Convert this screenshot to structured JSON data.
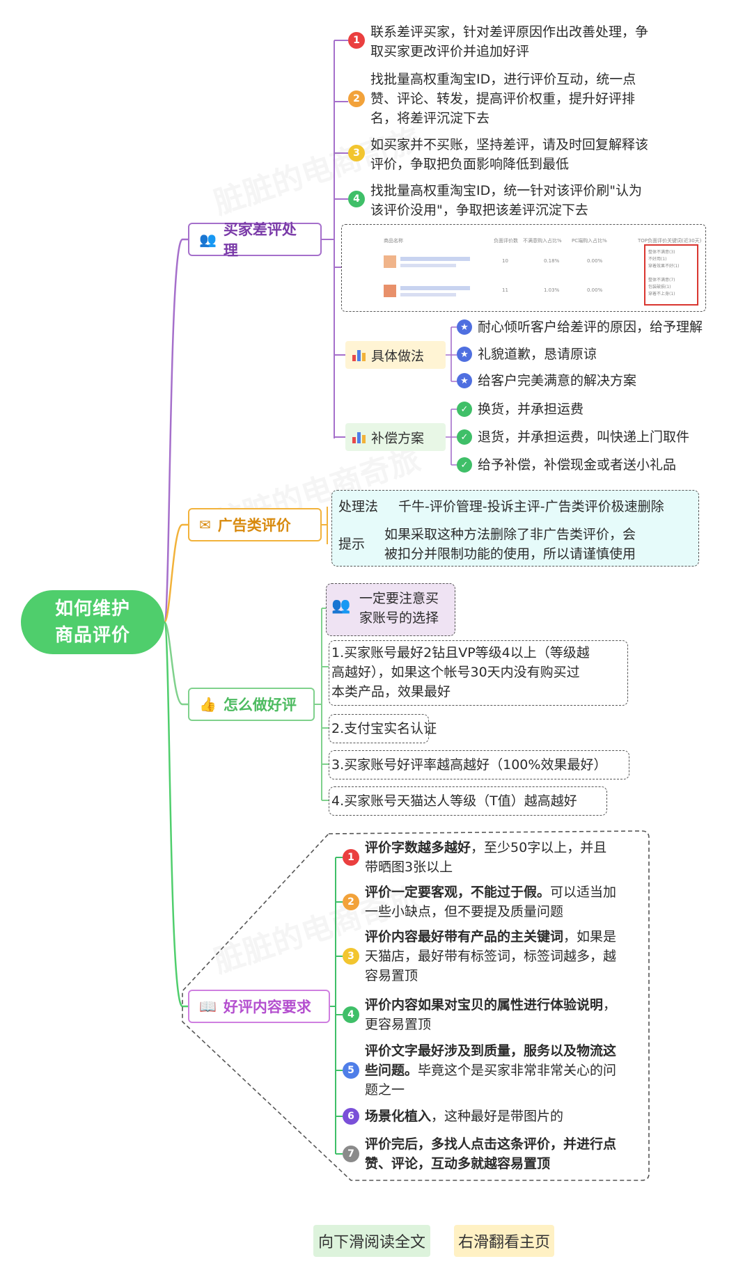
{
  "root": {
    "line1": "如何维护",
    "line2": "商品评价"
  },
  "branches": {
    "bad_review": {
      "title": "买家差评处理",
      "items": [
        {
          "num": "1",
          "lines": [
            "联系差评买家，针对差评原因作出改善处理，争",
            "取买家更改评价并追加好评"
          ]
        },
        {
          "num": "2",
          "lines": [
            "找批量高权重淘宝ID，进行评价互动，统一点",
            "赞、评论、转发，提高评价权重，提升好评排",
            "名，将差评沉淀下去"
          ]
        },
        {
          "num": "3",
          "lines": [
            "如买家并不买账，坚持差评，请及时回复解释该",
            "评价，争取把负面影响降低到最低"
          ]
        },
        {
          "num": "4",
          "lines": [
            "找批量高权重淘宝ID，统一针对该评价刷\"认为",
            "该评价没用\"，争取把该差评沉淀下去"
          ]
        }
      ],
      "screenshot": {
        "headers": [
          "商品名称",
          "负面评价数",
          "不满意购入占比%",
          "PC端购入占比%",
          "TOP负面评价关键词(近30天)"
        ],
        "rows": [
          {
            "count": "10",
            "pct1": "0.18%",
            "pct2": "0.00%"
          },
          {
            "count": "11",
            "pct1": "1.03%",
            "pct2": "0.00%"
          }
        ],
        "keywords": [
          "整体不满意(3)",
          "不好用(1)",
          "穿着效果不好(1)",
          "整体不满意(7)",
          "包装破损(1)",
          "穿着不上身(1)"
        ]
      },
      "method": {
        "title": "具体做法",
        "items": [
          "耐心倾听客户给差评的原因，给予理解",
          "礼貌道歉，恳请原谅",
          "给客户完美满意的解决方案"
        ]
      },
      "compensation": {
        "title": "补偿方案",
        "items": [
          "换货，并承担运费",
          "退货，并承担运费，叫快递上门取件",
          "给予补偿，补偿现金或者送小礼品"
        ]
      }
    },
    "ad_review": {
      "title": "广告类评价",
      "rows": [
        {
          "label": "处理法",
          "lines": [
            "千牛-评价管理-投诉主评-广告类评价极速删除"
          ]
        },
        {
          "label": "提示",
          "lines": [
            "如果采取这种方法删除了非广告类评价，会",
            "被扣分并限制功能的使用，所以请谨慎使用"
          ]
        }
      ]
    },
    "good_review": {
      "title": "怎么做好评",
      "note_lines": [
        "一定要注意买",
        "家账号的选择"
      ],
      "items": [
        {
          "lines": [
            "1.买家账号最好2钻且VP等级4以上（等级越",
            "高越好），如果这个帐号30天内没有购买过",
            "本类产品，效果最好"
          ]
        },
        {
          "lines": [
            "2.支付宝实名认证"
          ]
        },
        {
          "lines": [
            "3.买家账号好评率越高越好（100%效果最好）"
          ]
        },
        {
          "lines": [
            "4.买家账号天猫达人等级（T值）越高越好"
          ]
        }
      ]
    },
    "content_req": {
      "title": "好评内容要求",
      "items": [
        {
          "num": "1",
          "bold": "评价字数越多越好",
          "rest_first": "，至少50字以上，并且",
          "more": [
            "带晒图3张以上"
          ]
        },
        {
          "num": "2",
          "bold": "评价一定要客观，不能过于假。",
          "rest_first": "可以适当加",
          "more": [
            "一些小缺点，但不要提及质量问题"
          ]
        },
        {
          "num": "3",
          "bold": "评价内容最好带有产品的主关键词",
          "rest_first": "，如果是",
          "more": [
            "天猫店，最好带有标签词，标签词越多，越",
            "容易置顶"
          ]
        },
        {
          "num": "4",
          "bold": "评价内容如果对宝贝的属性进行体验说明",
          "rest_first": "，",
          "more": [
            "更容易置顶"
          ]
        },
        {
          "num": "5",
          "bold": "评价文字最好涉及到质量，服务以及物流这",
          "bold2": "些问题。",
          "rest_second": "毕竟这个是买家非常非常关心的问",
          "more": [
            "题之一"
          ]
        },
        {
          "num": "6",
          "bold": "场景化植入",
          "rest_first": "，这种最好是带图片的",
          "more": []
        },
        {
          "num": "7",
          "bold": "评价完后，多找人点击这条评价，并进行点",
          "bold_more": [
            "赞、评论，互动多就越容易置顶"
          ]
        }
      ]
    }
  },
  "watermark": "脏脏的电商奇旅",
  "footer": {
    "left": "向下滑阅读全文",
    "right": "右滑翻看主页"
  },
  "colors": {
    "root": "#4fce6c",
    "purple": "#a56fcb",
    "orange": "#f2b23a",
    "green": "#7fd18c",
    "violet": "#cf7fe0",
    "note_bg": "#efe3f3",
    "ad_bg": "#e6fbfa",
    "footer_left_bg": "#ddf3dc",
    "footer_right_bg": "#fff1c4"
  }
}
